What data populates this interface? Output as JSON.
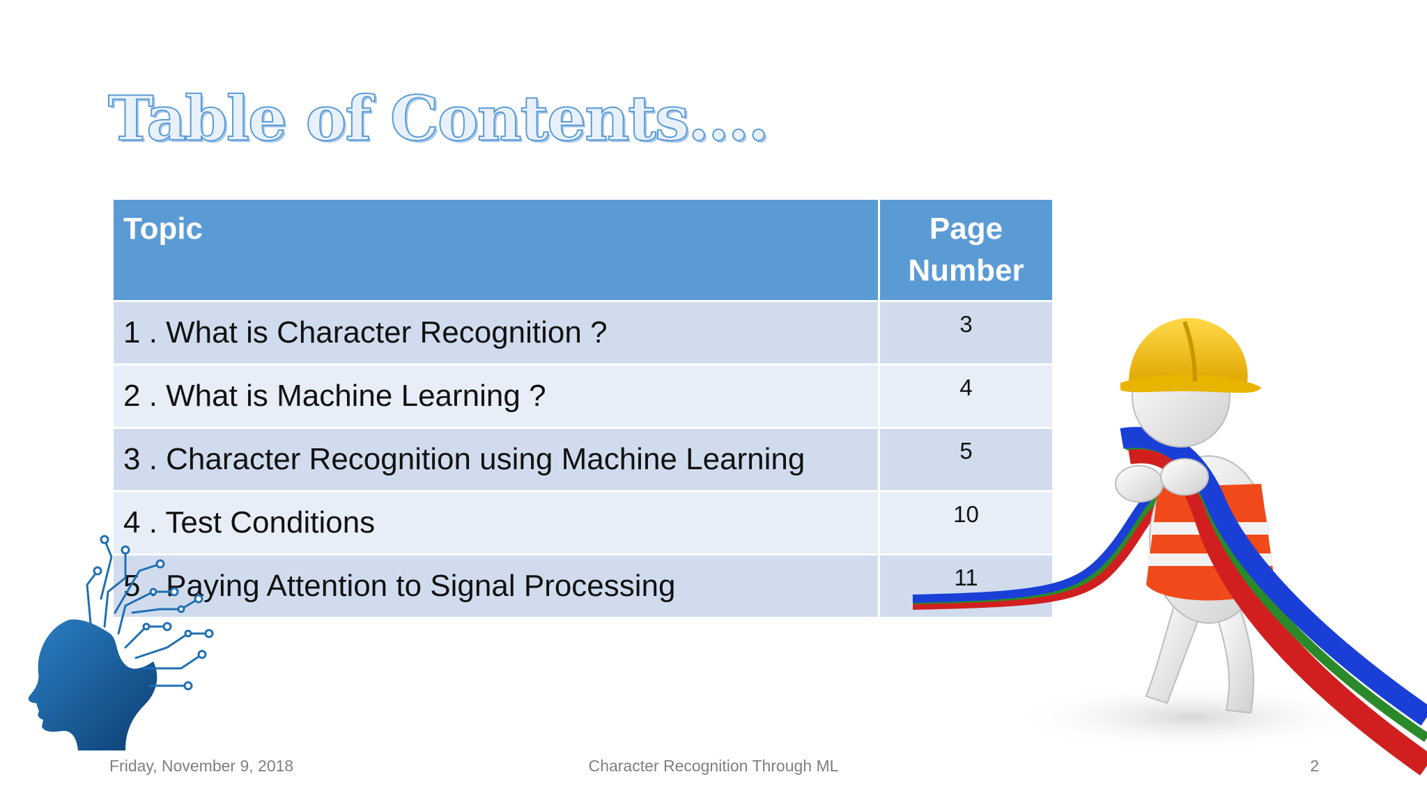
{
  "slide": {
    "title": "Table of Contents….",
    "table": {
      "headers": {
        "topic": "Topic",
        "page_line1": "Page",
        "page_line2": "Number"
      },
      "rows": [
        {
          "topic": "1 . What is Character Recognition ?",
          "page": "3"
        },
        {
          "topic": "2 . What is Machine Learning ?",
          "page": "4"
        },
        {
          "topic": "3 . Character Recognition using Machine Learning",
          "page": "5"
        },
        {
          "topic": "4 . Test Conditions",
          "page": "10"
        },
        {
          "topic": "5 . Paying Attention to Signal Processing",
          "page": "11"
        }
      ]
    },
    "footer": {
      "date": "Friday, November 9, 2018",
      "center": "Character Recognition Through ML",
      "page": "2"
    }
  },
  "icons": [
    "circuit-brain-head-icon",
    "construction-worker-cable-icon"
  ],
  "colors": {
    "accent": "#5b9bd5",
    "row_odd": "#d0dcee",
    "row_even": "#e8eef7",
    "footer_text": "#7f7f7f"
  }
}
